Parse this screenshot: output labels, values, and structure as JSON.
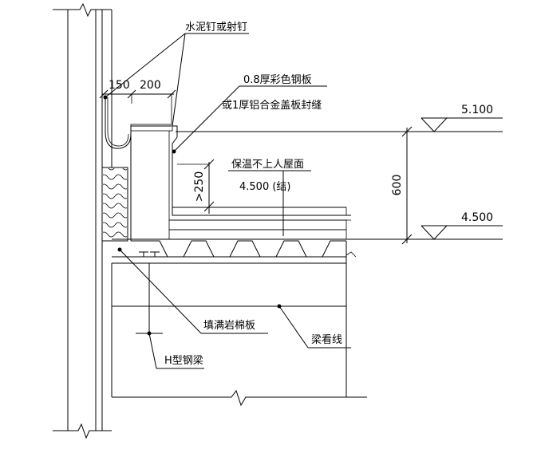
{
  "annotations": {
    "cement_nail": "水泥钉或射钉",
    "steel_plate": "0.8厚彩色钢板",
    "aluminum_plate": "或1厚铝合金盖板封缝",
    "insulation_roof": "保温不上人屋面",
    "struct_elev": "4.500 (结)",
    "rock_wool": "填满岩棉板",
    "beam_line": "梁看线",
    "h_beam": "H型钢梁"
  },
  "dimensions": {
    "d150": "150",
    "d200": "200",
    "d250": ">250",
    "d600": "600"
  },
  "elevations": {
    "top": "5.100",
    "bottom": "4.500"
  }
}
